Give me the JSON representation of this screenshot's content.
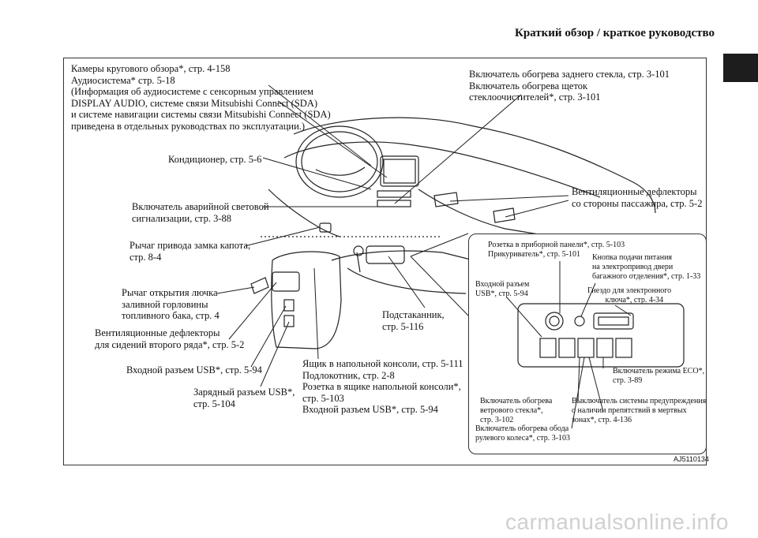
{
  "header": {
    "title": "Краткий обзор / краткое руководство"
  },
  "figure_code": "AJ5110134",
  "watermark": "carmanualsonline.info",
  "callouts": {
    "cameras": "Камеры кругового обзора*, стр. 4-158\nАудиосистема* стр. 5-18\n(Информация об аудиосистеме с сенсорным управлением\nDISPLAY AUDIO, системе связи Mitsubishi Connect (SDA)\nи системе навигации системы связи Mitsubishi Connect (SDA)\nприведена в отдельных руководствах по эксплуатации.)",
    "rear_defog": "Включатель обогрева заднего стекла, стр. 3-101\nВключатель обогрева щеток\nстеклоочистителей*, стр. 3-101",
    "aircon": "Кондиционер, стр. 5-6",
    "hazard": "Включатель аварийной световой\nсигнализации, стр. 3-88",
    "hood": "Рычаг привода замка капота,\nстр. 8-4",
    "fuel": "Рычаг открытия лючка\nзаливной горловины\nтопливного бака, стр. 4",
    "vents_rear": "Вентиляционные дефлекторы\nдля сидений второго ряда*, стр. 5-2",
    "usb_in": "Входной разъем USB*, стр. 5-94",
    "usb_charge": "Зарядный разъем USB*,\nстр. 5-104",
    "console_box": "Ящик в напольной консоли, стр. 5-111\nПодлокотник, стр. 2-8\nРозетка в ящике напольной консоли*,\nстр. 5-103\nВходной разъем USB*, стр. 5-94",
    "cupholder": "Подстаканник,\nстр. 5-116",
    "vents_pass": "Вентиляционные дефлекторы\nсо стороны пассажира, стр. 5-2"
  },
  "inset": {
    "socket": "Розетка в приборной панели*, стр. 5-103\nПрикуриватель*, стр. 5-101",
    "tailgate": "Кнопка подачи питания\nна электропривод двери\nбагажного отделения*, стр. 1-33",
    "usb": "Входной разъем\nUSB*, стр. 5-94",
    "key_slot": "Гнездо для электронного\n         ключа*, стр. 4-34",
    "eco": "Включатель режима ECO*,\nстр. 3-89",
    "windshield": "Включатель обогрева\nветрового стекла*,\nстр. 3-102",
    "blind_spot": "Выключатель системы предупреждения\nо наличии препятствий в мертвых\nзонах*, стр. 4-136",
    "wheel_heat": "Включатель обогрева обода\nрулевого колеса*, стр. 3-103"
  }
}
